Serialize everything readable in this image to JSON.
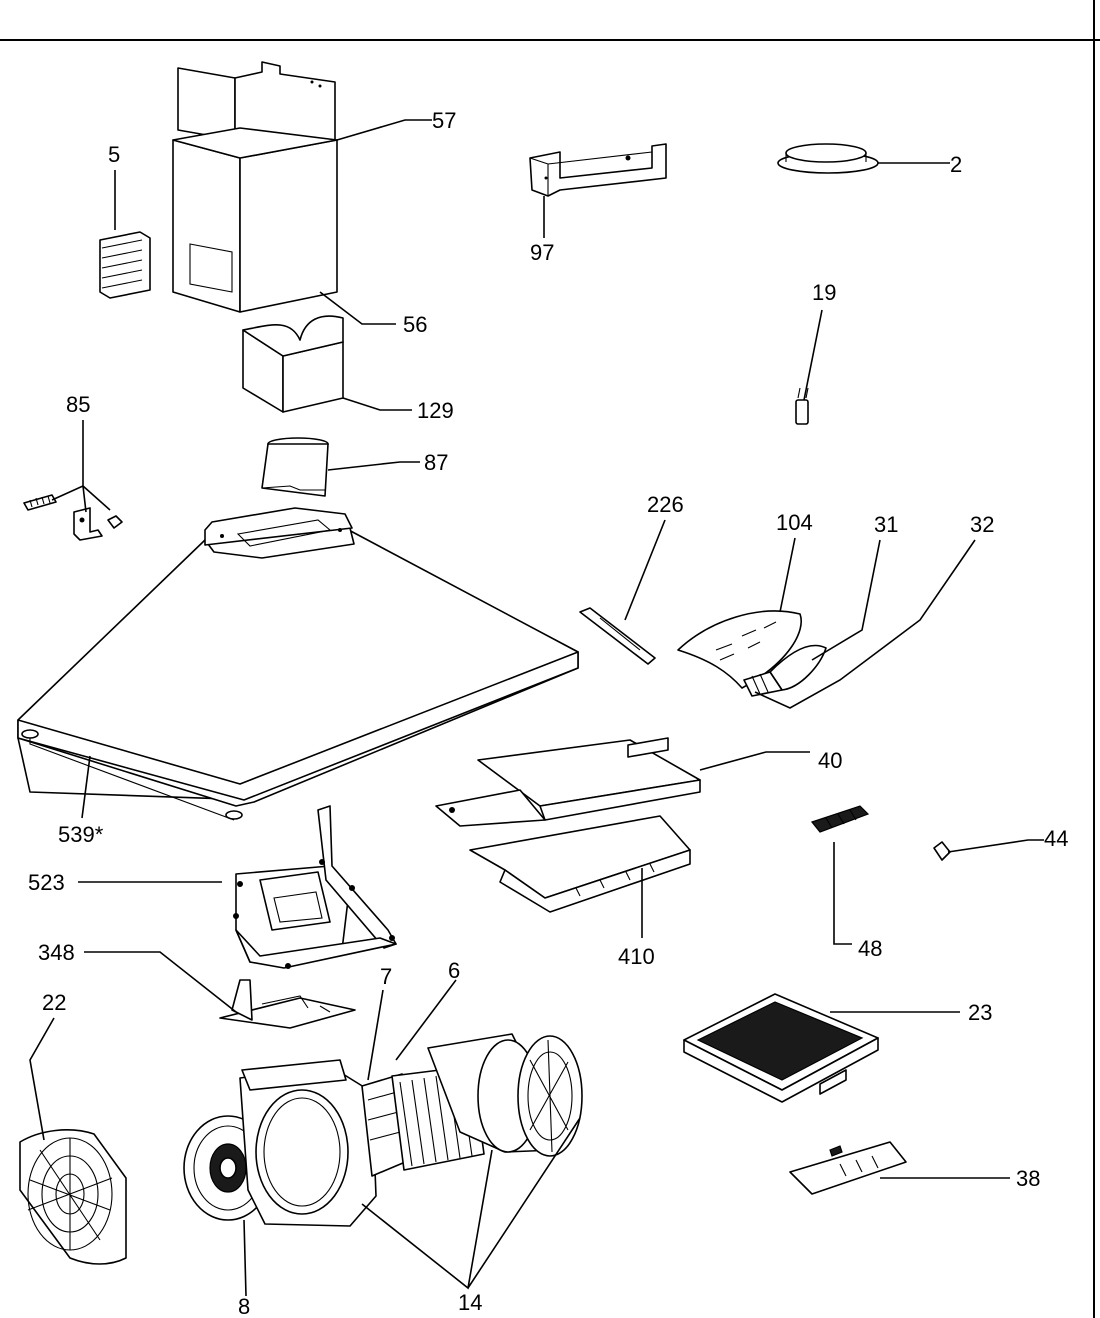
{
  "callouts": [
    {
      "id": "57",
      "text": "57"
    },
    {
      "id": "5",
      "text": "5"
    },
    {
      "id": "56",
      "text": "56"
    },
    {
      "id": "129",
      "text": "129"
    },
    {
      "id": "87",
      "text": "87"
    },
    {
      "id": "85",
      "text": "85"
    },
    {
      "id": "97",
      "text": "97"
    },
    {
      "id": "2",
      "text": "2"
    },
    {
      "id": "19",
      "text": "19"
    },
    {
      "id": "226",
      "text": "226"
    },
    {
      "id": "104",
      "text": "104"
    },
    {
      "id": "31",
      "text": "31"
    },
    {
      "id": "32",
      "text": "32"
    },
    {
      "id": "40",
      "text": "40"
    },
    {
      "id": "539",
      "text": "539*"
    },
    {
      "id": "523",
      "text": "523"
    },
    {
      "id": "48",
      "text": "48"
    },
    {
      "id": "44",
      "text": "44"
    },
    {
      "id": "410",
      "text": "410"
    },
    {
      "id": "348",
      "text": "348"
    },
    {
      "id": "7",
      "text": "7"
    },
    {
      "id": "6",
      "text": "6"
    },
    {
      "id": "22",
      "text": "22"
    },
    {
      "id": "23",
      "text": "23"
    },
    {
      "id": "38",
      "text": "38"
    },
    {
      "id": "8",
      "text": "8"
    },
    {
      "id": "14",
      "text": "14"
    }
  ]
}
